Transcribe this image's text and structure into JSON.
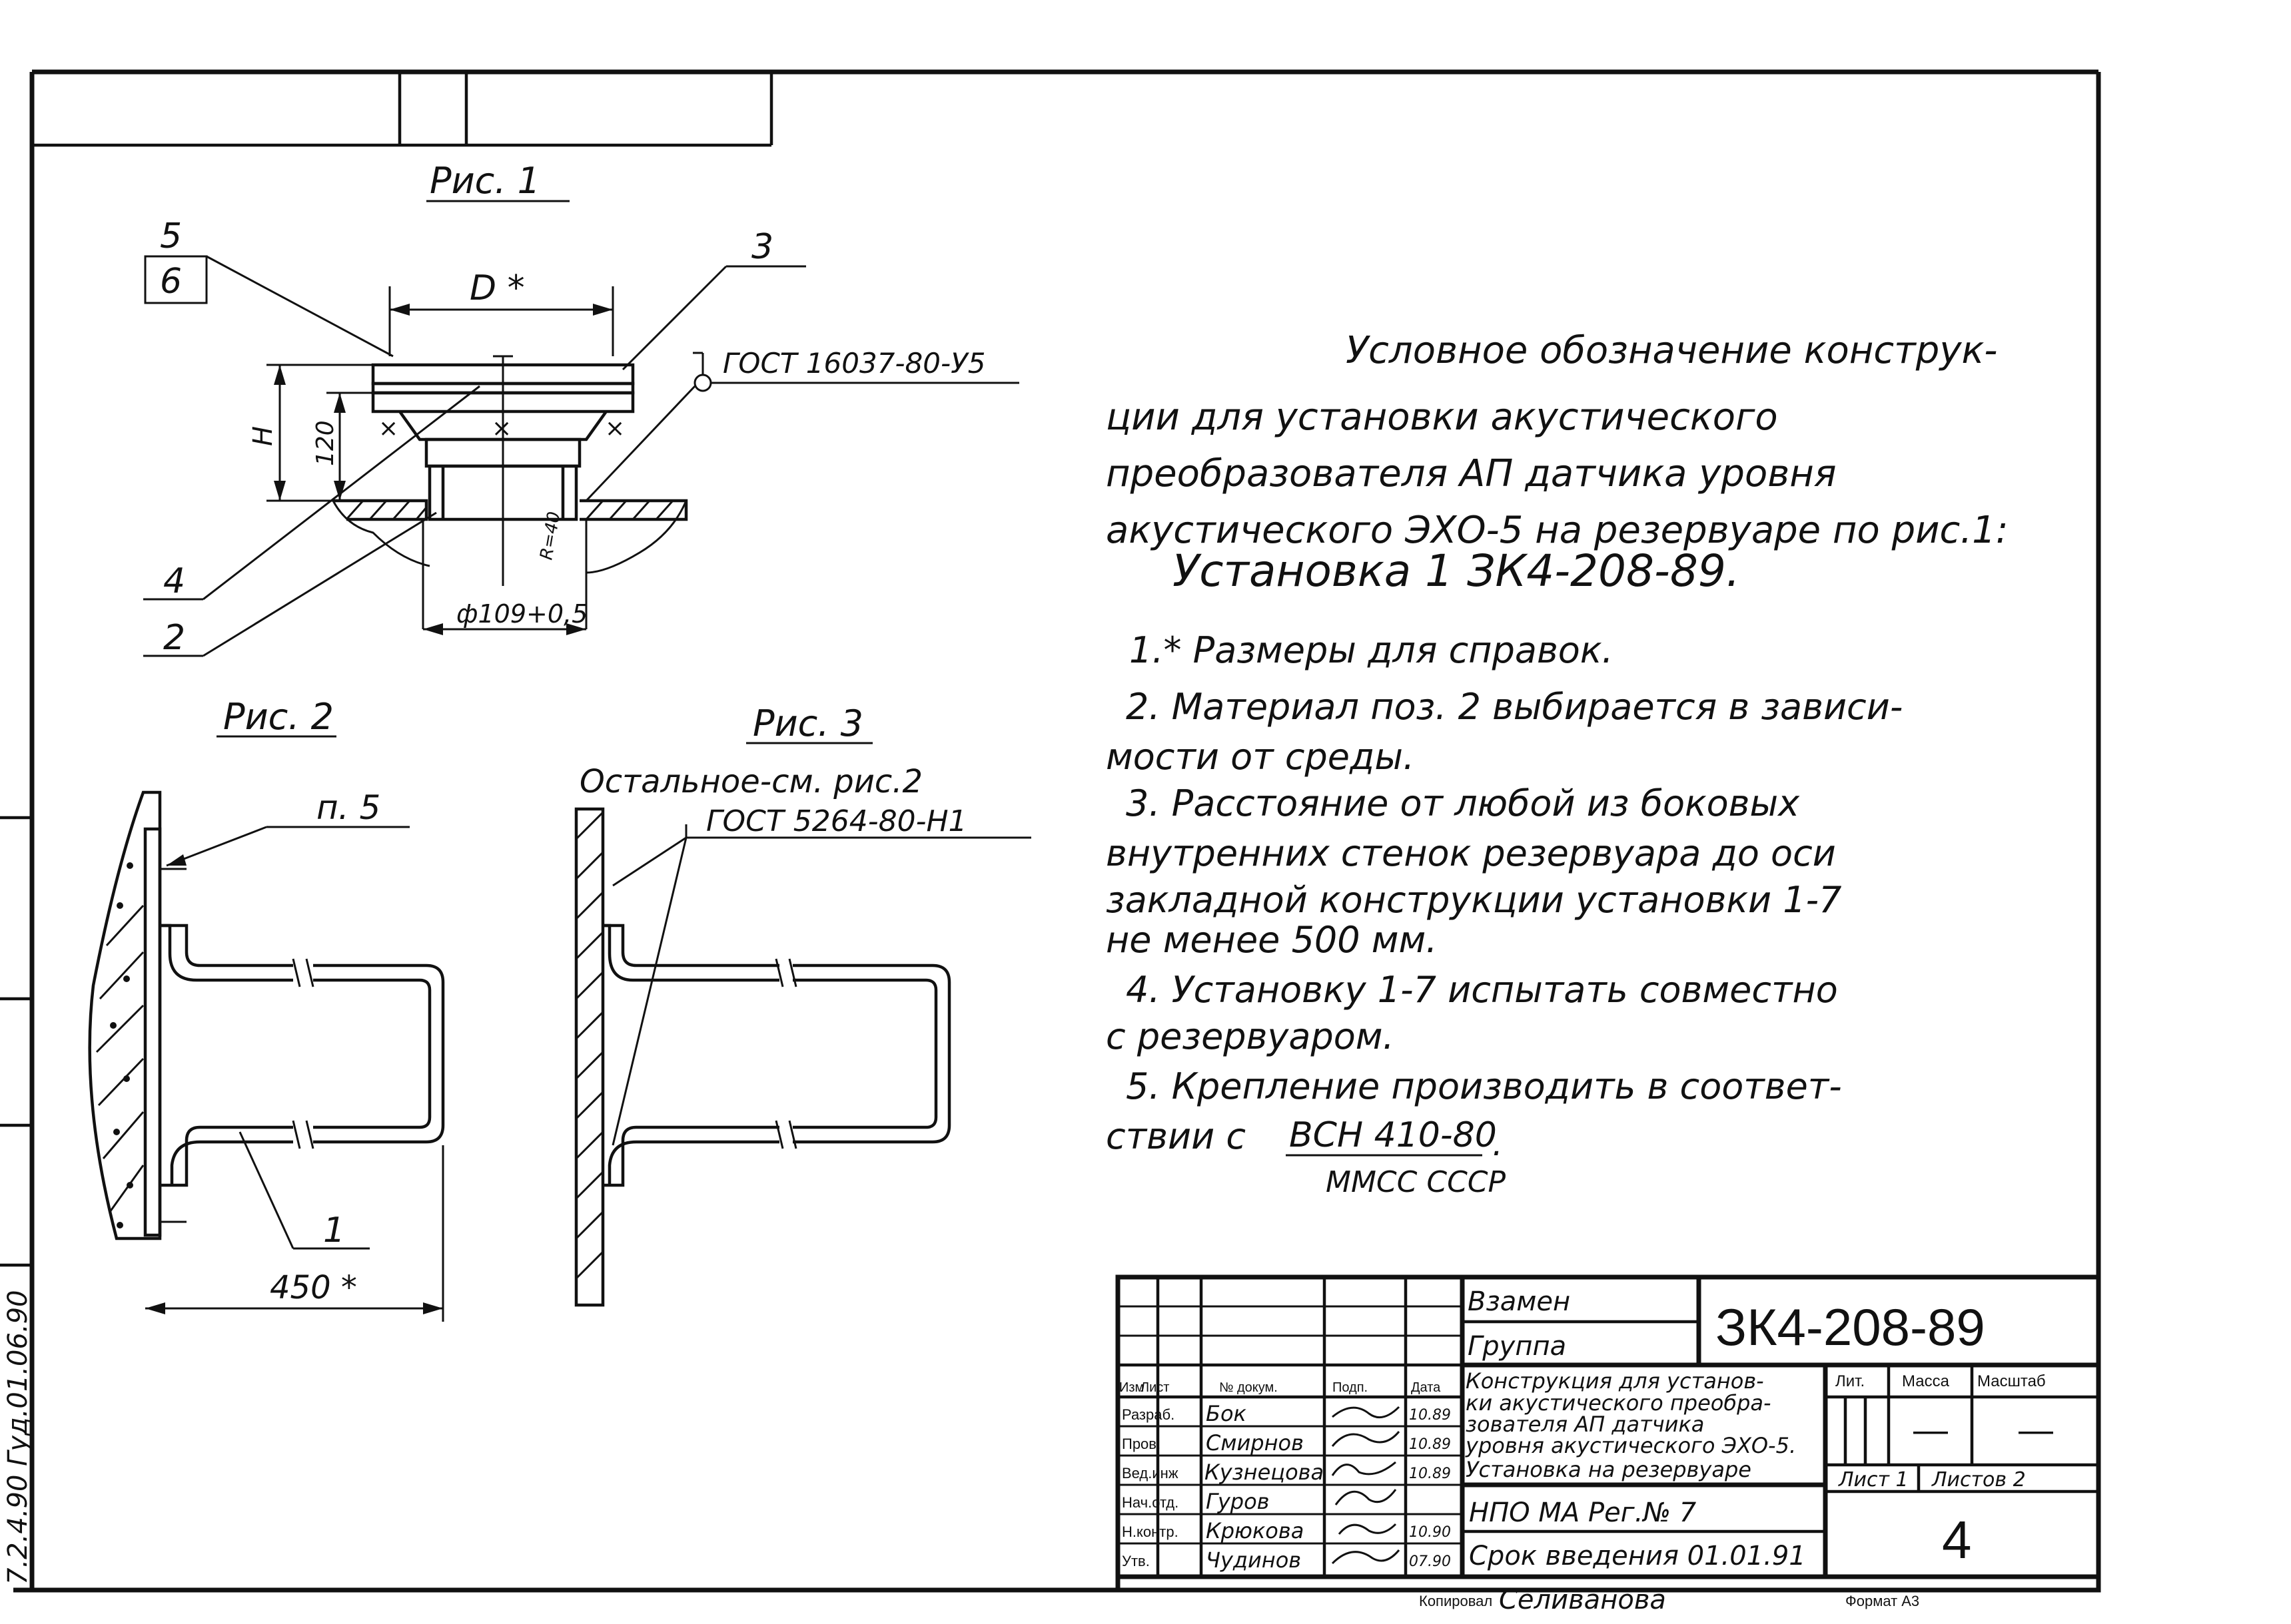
{
  "figures": {
    "fig1_title": "Рис. 1",
    "fig2_title": "Рис. 2",
    "fig3_title": "Рис. 3",
    "fig1_callouts": [
      "5",
      "6",
      "3",
      "4",
      "2"
    ],
    "fig1_dim_d": "D *",
    "fig1_dim_h": "H",
    "fig1_dim_120": "120",
    "fig1_gost": "ГОСТ 16037-80-У5",
    "fig1_radius": "R=40",
    "fig1_diameter": "ф109+0,5",
    "fig2_ref": "п. 5",
    "fig2_pos": "1",
    "fig2_dim": "450 *",
    "fig3_note": "Остальное-см. рис.2",
    "fig3_gost": "ГОСТ 5264-80-Н1"
  },
  "description": {
    "lines": [
      "Условное обозначение конструк-",
      "ции для установки акустического",
      "преобразователя АП датчика уровня",
      "акустического ЭХО-5 на резервуаре по рис.1:",
      "Установка 1  ЗК4-208-89."
    ]
  },
  "notes": {
    "lines": [
      "1.* Размеры для справок.",
      "2. Материал поз. 2 выбирается в зависи-",
      "мости от среды.",
      "3. Расстояние от любой из боковых",
      "внутренних стенок резервуара до оси",
      "закладной конструкции установки 1-7",
      "не менее 500 мм.",
      "4. Установку 1-7 испытать совместно",
      "с резервуаром.",
      "5. Крепление производить в соответ-",
      "ствии с"
    ],
    "ref_top": "ВСН 410-80",
    "ref_bottom": "ММСС СССР"
  },
  "title_block": {
    "replaced_label": "Взамен",
    "group_label": "Группа",
    "code": "ЗК4-208-89",
    "name": [
      "Конструкция для установ-",
      "ки акустического преобра-",
      "зователя АП датчика",
      "уровня акустического ЭХО-5.",
      "Установка на резервуаре"
    ],
    "col_headers": [
      "Изм",
      "Лист",
      "№ докум.",
      "Подп.",
      "Дата"
    ],
    "signers": [
      {
        "role": "Разраб.",
        "name": "Бок",
        "date": "10.89"
      },
      {
        "role": "Пров.",
        "name": "Смирнов",
        "date": "10.89"
      },
      {
        "role": "Вед.инж",
        "name": "Кузнецова",
        "date": "10.89"
      },
      {
        "role": "Нач.отд.",
        "name": "Гуров",
        "date": ""
      },
      {
        "role": "Н.контр.",
        "name": "Крюкова",
        "date": "10.90"
      },
      {
        "role": "Утв.",
        "name": "Чудинов",
        "date": "07.90"
      }
    ],
    "lit_label": "Лит.",
    "mass_label": "Масса",
    "scale_label": "Масштаб",
    "mass_value": "—",
    "scale_value": "—",
    "sheet_label": "Лист 1",
    "sheets_label": "Листов 2",
    "org": "НПО МА Рег.№ 7",
    "date_intro": "Срок введения 01.01.91",
    "sheet_number": "4",
    "copied_label": "Копировал",
    "copied_name": "Селиванова",
    "format_label": "Формат А3"
  },
  "margin": {
    "stamp_text": "7.2.4.90 Гуд.01.06.90"
  }
}
